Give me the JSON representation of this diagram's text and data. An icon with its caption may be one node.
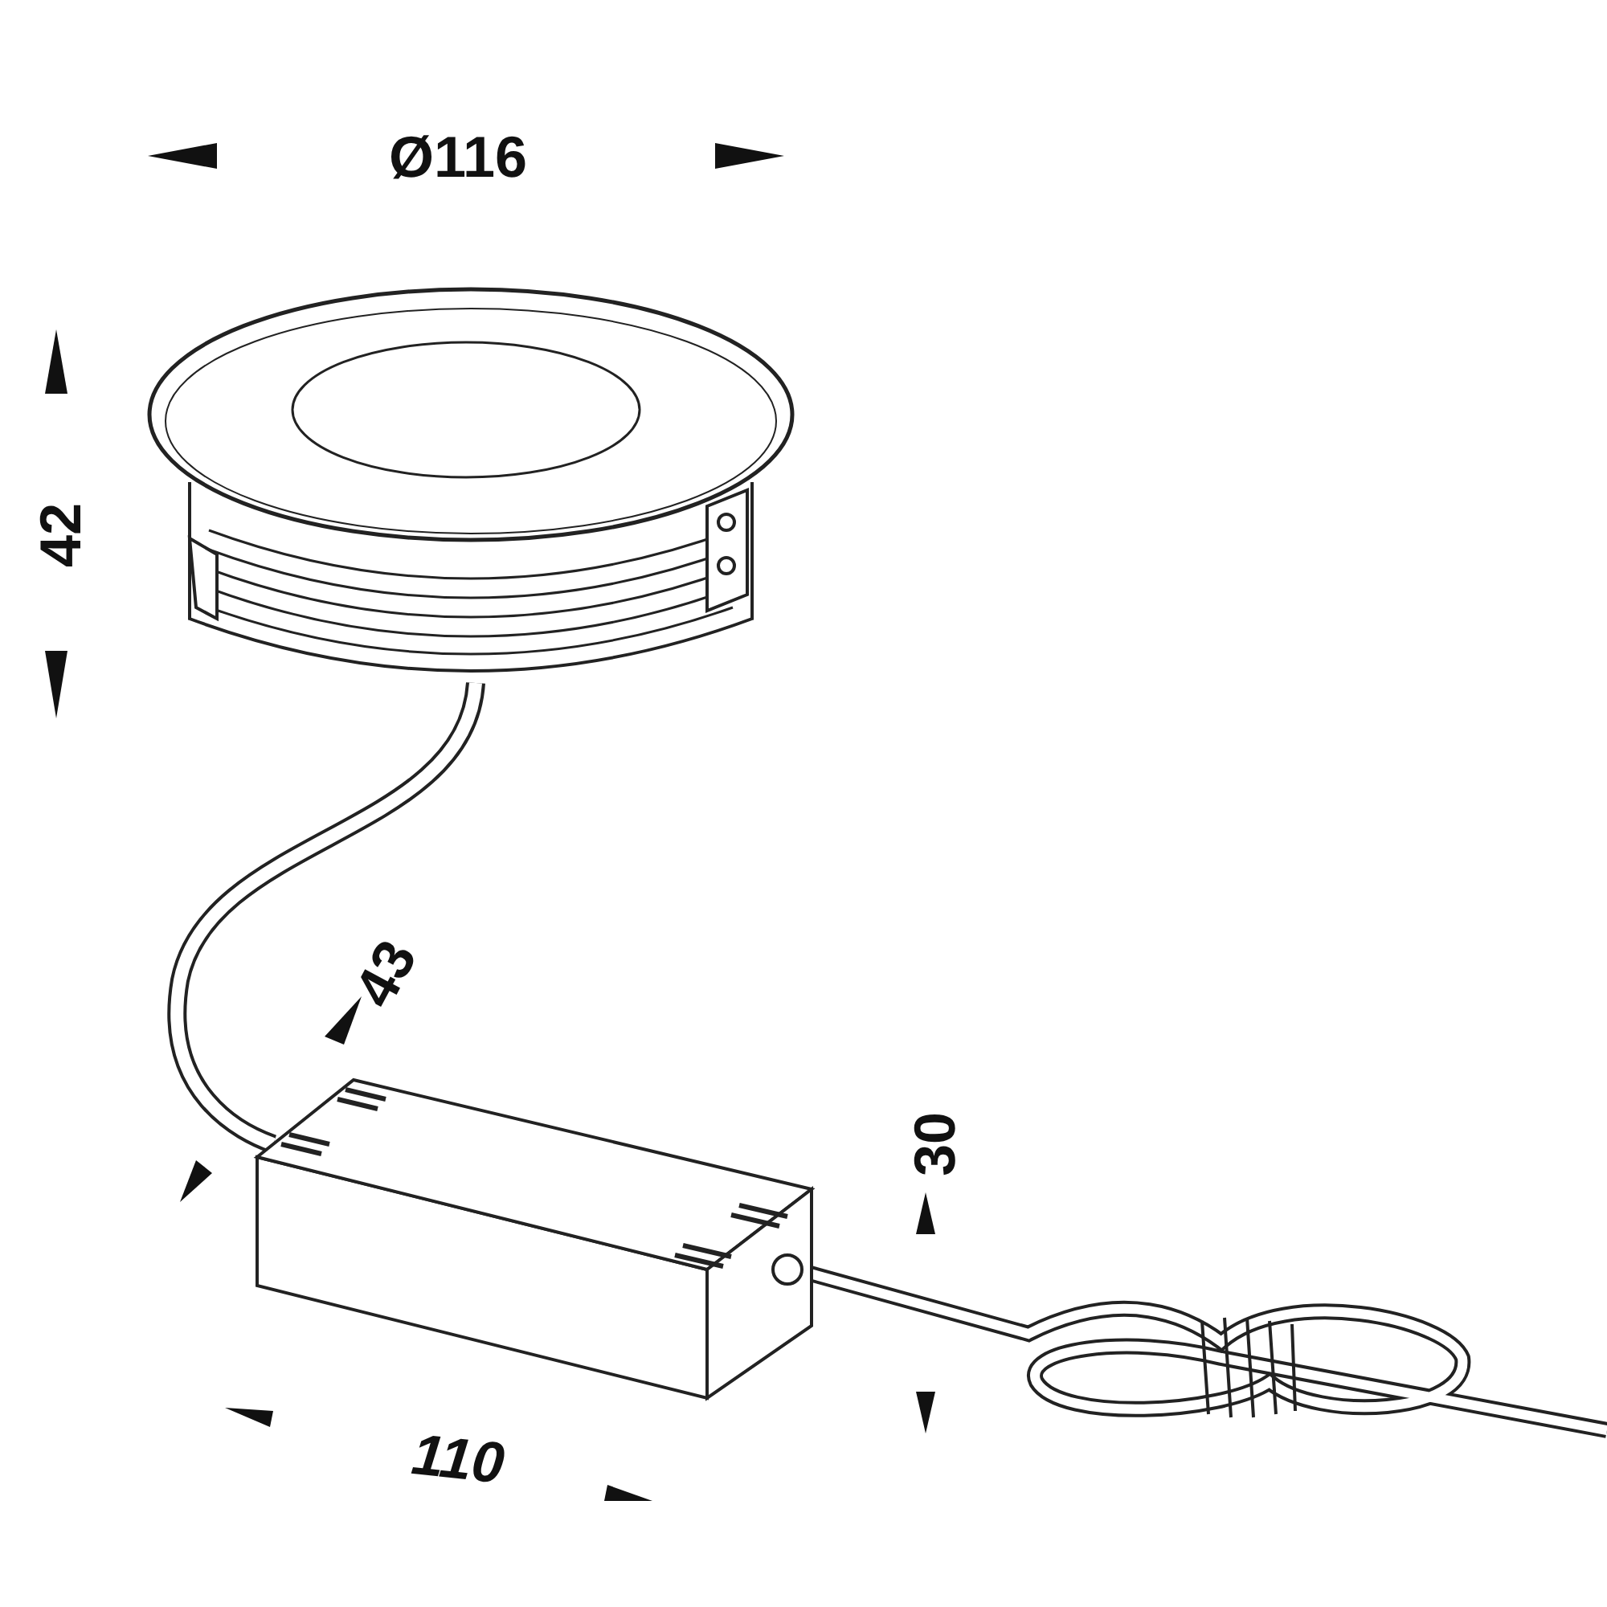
{
  "diagram": {
    "labels": [
      "Ø116",
      "42",
      "43",
      "30",
      "110"
    ]
  }
}
